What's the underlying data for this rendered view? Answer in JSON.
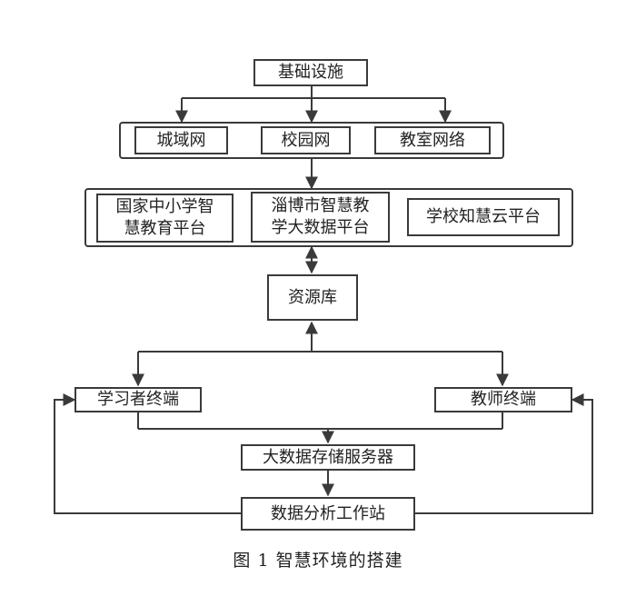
{
  "nodes": {
    "infrastructure": "基础设施",
    "metro_network": "城域网",
    "campus_network": "校园网",
    "classroom_network": "教室网络",
    "national_platform": "国家中小学智慧教育平台",
    "zibo_platform": "淄博市智慧教学大数据平台",
    "school_cloud": "学校知慧云平台",
    "resource_library": "资源库",
    "learner_terminal": "学习者终端",
    "teacher_terminal": "教师终端",
    "storage_server": "大数据存储服务器",
    "analysis_station": "数据分析工作站"
  },
  "caption": "图 1  智慧环境的搭建",
  "colors": {
    "line": "#3a3a3a"
  }
}
